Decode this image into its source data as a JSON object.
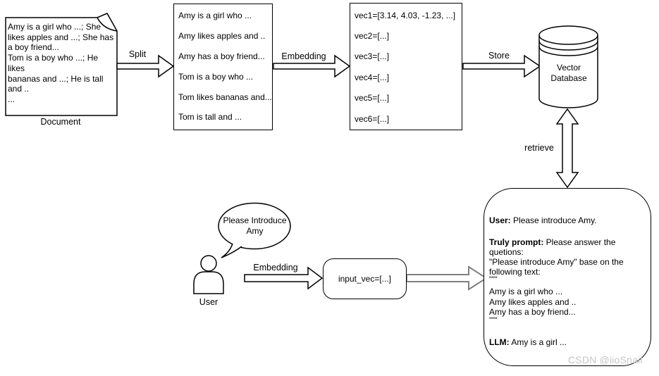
{
  "diagram": {
    "document": {
      "text": "Amy is a girl who ...; She\nlikes apples and ...; She has\na boy friend...\nTom is a boy who ...; He likes\nbananas and ...; He is tall\nand ..\n...",
      "label": "Document"
    },
    "arrows": {
      "split": "Split",
      "embedding_top": "Embedding",
      "store": "Store",
      "retrieve": "retrieve",
      "embedding_bottom": "Embedding"
    },
    "chunks": {
      "lines": [
        "Amy is a girl who ...",
        "Amy likes apples and ..",
        "Amy has a boy friend...",
        "Tom is a boy who ...",
        "Tom likes bananas and...",
        "Tom is tall and ..."
      ]
    },
    "vectors": {
      "lines": [
        "vec1=[3.14, 4.03, -1.23, ...]",
        "vec2=[...]",
        "vec3=[...]",
        "vec4=[...]",
        "vec5=[...]",
        "vec6=[...]"
      ]
    },
    "vector_db": {
      "label": "Vector\nDatabase"
    },
    "user": {
      "label": "User",
      "speech_bubble": "Please Introduce Amy"
    },
    "input_vec": {
      "label": "input_vec=[...]"
    },
    "prompt": {
      "user_label": "User:",
      "user_text": " Please introduce Amy.",
      "truly_label": "Truly prompt:",
      "truly_text": " Please answer the quetions:\n\"Please introduce Amy\" base on the\nfollowing text:",
      "quote_open": "\"\"\"",
      "context_lines": [
        "Amy is a girl who ...",
        "Amy likes apples and ..",
        "Amy has a boy friend..."
      ],
      "quote_close": "\"\"\"",
      "llm_label": "LLM:",
      "llm_text": " Amy is a girl ..."
    },
    "watermark": "CSDN @iioSnail"
  },
  "colors": {
    "stroke": "#000000",
    "gray_arrow": "#808080",
    "watermark": "#c6c6c6",
    "background": "#ffffff"
  }
}
